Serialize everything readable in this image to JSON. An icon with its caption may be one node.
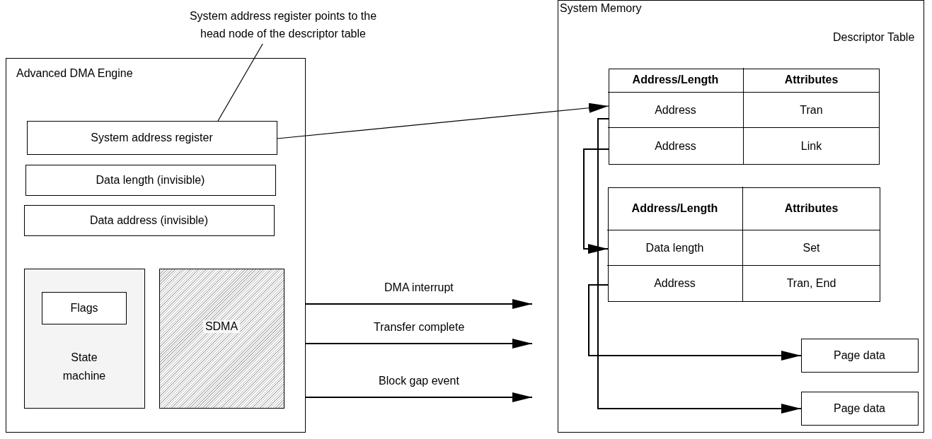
{
  "diagram": {
    "nodes": [
      {
        "text": [
          "Advanced DMA Engine"
        ]
      },
      {
        "text": [
          "System address register"
        ],
        "in": 0
      },
      {
        "text": [
          "Data length (invisible)"
        ],
        "in": 0
      },
      {
        "text": [
          "Data address (invisible)"
        ],
        "in": 0
      },
      {
        "text": [
          "State machine"
        ],
        "in": 0
      },
      {
        "text": [
          "Flags"
        ],
        "in": 4
      },
      {
        "text": [
          "SDMA"
        ],
        "in": 0
      },
      {
        "text": [
          "System address register points to the head node of the descriptor table"
        ]
      },
      {
        "text": [
          "System Memory"
        ]
      },
      {
        "text": [],
        "shape": "box",
        "in": 8
      },
      {
        "text": [
          "Address/Length"
        ],
        "in": 9
      },
      {
        "text": [
          "Attributes"
        ],
        "in": 9
      },
      {
        "text": [
          "Address"
        ],
        "in": 9
      },
      {
        "text": [
          "Tran"
        ],
        "in": 9
      },
      {
        "text": [
          "Address"
        ],
        "in": 9
      },
      {
        "text": [
          "Link"
        ],
        "in": 9
      },
      {
        "text": [],
        "shape": "box",
        "in": 8
      },
      {
        "text": [
          "Address/Length"
        ],
        "in": 16
      },
      {
        "text": [
          "Attributes"
        ],
        "in": 16
      },
      {
        "text": [
          "Data length"
        ],
        "in": 16
      },
      {
        "text": [
          "Set"
        ],
        "in": 16
      },
      {
        "text": [
          "Address"
        ],
        "in": 16
      },
      {
        "text": [
          "Tran, End"
        ],
        "in": 16
      },
      {
        "text": [
          "Page data"
        ],
        "in": 8
      },
      {
        "text": [
          "Page data"
        ],
        "in": 8
      }
    ],
    "edges": [
      {
        "from": 7,
        "to": 1,
        "arrow": "none"
      },
      {
        "from": 1,
        "to": 12,
        "arrow": "to"
      },
      {
        "from": 12,
        "to": 24,
        "arrow": "to"
      },
      {
        "from": 14,
        "to": 19,
        "arrow": "to"
      },
      {
        "from": 21,
        "to": 23,
        "arrow": "to"
      },
      {
        "from": 0,
        "to": null,
        "arrow": "to",
        "label": "DMA interrupt"
      },
      {
        "from": 0,
        "to": null,
        "arrow": "to",
        "label": "Transfer complete"
      },
      {
        "from": 0,
        "to": null,
        "arrow": "to",
        "label": "Block gap event"
      }
    ],
    "labels": [
      "Descriptor Table"
    ]
  }
}
